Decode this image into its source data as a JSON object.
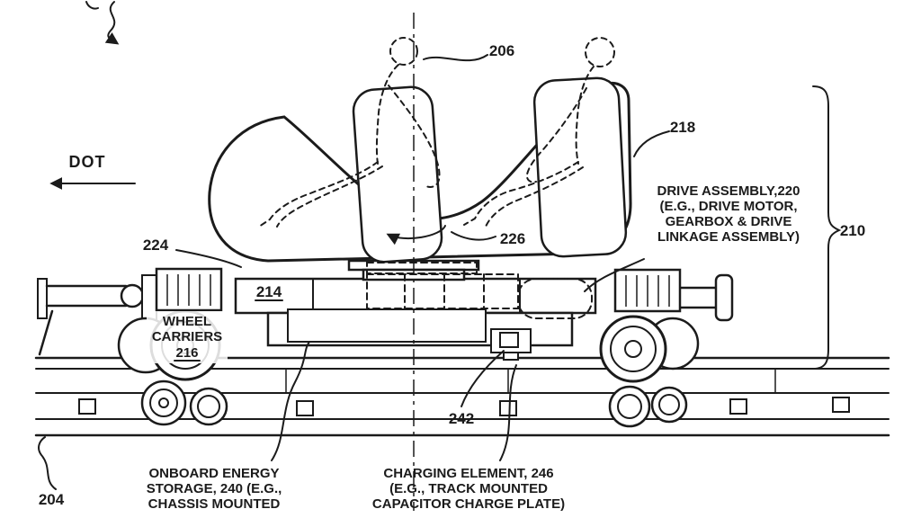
{
  "figure": {
    "colors": {
      "background": "#ffffff",
      "line": "#1b1b1b"
    },
    "direction_label": "DOT",
    "refs": {
      "r204": "204",
      "r206": "206",
      "r210": "210",
      "r214": "214",
      "r218": "218",
      "r224": "224",
      "r226": "226",
      "r242": "242"
    },
    "callouts": {
      "drive_assembly": {
        "line1": "DRIVE ASSEMBLY,220",
        "line2": "(E.G., DRIVE MOTOR,",
        "line3": "GEARBOX & DRIVE",
        "line4": "LINKAGE ASSEMBLY)"
      },
      "wheel_carriers": {
        "line1": "WHEEL",
        "line2": "CARRIERS",
        "ref": "216"
      },
      "onboard_storage": {
        "line1": "ONBOARD ENERGY",
        "line2": "STORAGE, 240 (E.G.,",
        "line3": "CHASSIS MOUNTED"
      },
      "charging_element": {
        "line1": "CHARGING ELEMENT, 246",
        "line2": "(E.G., TRACK MOUNTED",
        "line3": "CAPACITOR CHARGE PLATE)"
      }
    }
  }
}
